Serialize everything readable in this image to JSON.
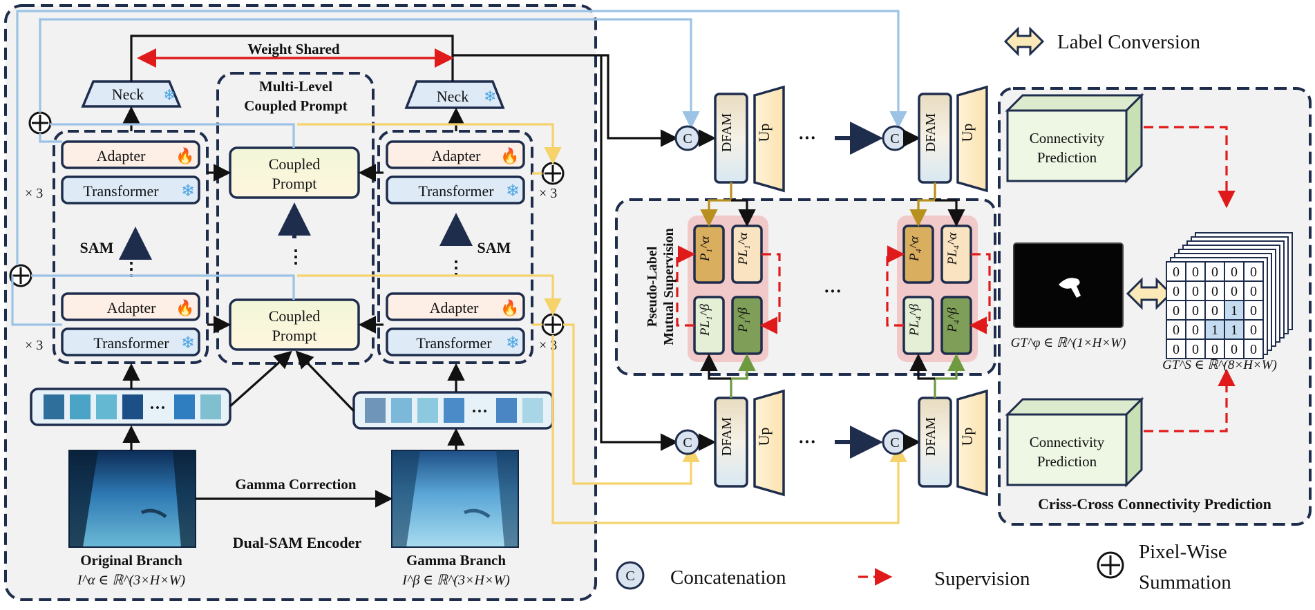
{
  "labels": {
    "weight_shared": "Weight Shared",
    "neck": "Neck",
    "adapter": "Adapter",
    "transformer": "Transformer",
    "times3": "× 3",
    "sam": "SAM",
    "ellipsis": "⋮",
    "hdots": "···",
    "mlcp_line1": "Multi-Level",
    "mlcp_line2": "Coupled Prompt",
    "coupled_line1": "Coupled",
    "coupled_line2": "Prompt",
    "gamma_correction": "Gamma Correction",
    "dual_sam_encoder": "Dual-SAM Encoder",
    "original_branch": "Original Branch",
    "original_formula": "I^α ∈ ℝ^(3×H×W)",
    "gamma_branch": "Gamma Branch",
    "gamma_formula": "I^β ∈ ℝ^(3×H×W)",
    "dfam": "DFAM",
    "up": "Up",
    "concat_symbol": "C",
    "plms_line1": "Pseudo-Label",
    "plms_line2": "Mutual Supervision",
    "connectivity_line1": "Connectivity",
    "connectivity_line2": "Prediction",
    "gt_phi": "GT^φ ∈ ℝ^(1×H×W)",
    "gt_s": "GT^S ∈ ℝ^(8×H×W)",
    "cccp_title": "Criss-Cross Connectivity Prediction",
    "p1a": "P₁^α",
    "pl1a": "PL₁^α",
    "pl1b": "PL₁^β",
    "p1b": "P₁^β",
    "p4a": "P₄^α",
    "pl4a": "PL₄^α",
    "pl4b": "PL₄^β",
    "p4b": "P₄^β"
  },
  "legend": {
    "label_conversion": "Label Conversion",
    "concatenation": "Concatenation",
    "supervision": "Supervision",
    "pixelwise_line1": "Pixel-Wise",
    "pixelwise_line2": "Summation"
  },
  "gt_matrix": [
    [
      0,
      0,
      0,
      0,
      0
    ],
    [
      0,
      0,
      0,
      0,
      0
    ],
    [
      0,
      0,
      0,
      1,
      0
    ],
    [
      0,
      0,
      1,
      1,
      0
    ],
    [
      0,
      0,
      0,
      0,
      0
    ]
  ],
  "colors": {
    "navy": "#1f2d4d",
    "blue_wire": "#9cc3e6",
    "yellow_wire": "#f6d26b",
    "green_wire": "#6f9a3f",
    "gold_wire": "#b8901d",
    "red": "#e01a1a",
    "adapter_fill": "#fdeee6",
    "transformer_fill": "#deebf7",
    "connectivity_face": "#edf7e4",
    "connectivity_side": "#c9e0b5",
    "plms_bg": "#f2c9c9",
    "p_alpha": "#d9ae5e",
    "pl_alpha": "#f9e3c0",
    "pl_beta": "#e4efd6",
    "p_beta": "#7f9e57"
  },
  "icons": {
    "adapter": "flame-icon",
    "transformer": "snowflake-icon",
    "neck": "snowflake-icon",
    "label_conversion": "double-arrow-icon",
    "summation": "circle-plus-icon",
    "concat": "circle-c-icon"
  }
}
